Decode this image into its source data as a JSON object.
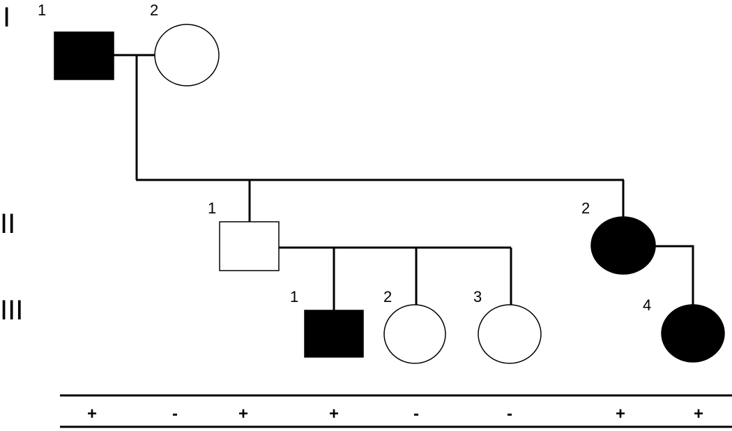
{
  "colors": {
    "affected": "#000000",
    "unaffected": "#ffffff",
    "line": "#000000"
  },
  "generations": {
    "g1": "I",
    "g2": "II",
    "g3": "III"
  },
  "individuals": {
    "I_1": {
      "number": "1",
      "sex": "male",
      "affected": true
    },
    "I_2": {
      "number": "2",
      "sex": "female",
      "affected": false
    },
    "II_1": {
      "number": "1",
      "sex": "male",
      "affected": false
    },
    "II_2": {
      "number": "2",
      "sex": "female",
      "affected": true
    },
    "III_1": {
      "number": "1",
      "sex": "male",
      "affected": true
    },
    "III_2": {
      "number": "2",
      "sex": "female",
      "affected": false
    },
    "III_3": {
      "number": "3",
      "sex": "female",
      "affected": false
    },
    "III_4": {
      "number": "4",
      "sex": "female",
      "affected": true
    }
  },
  "status_row": [
    "+",
    "-",
    "+",
    "+",
    "-",
    "-",
    "+",
    "+"
  ]
}
